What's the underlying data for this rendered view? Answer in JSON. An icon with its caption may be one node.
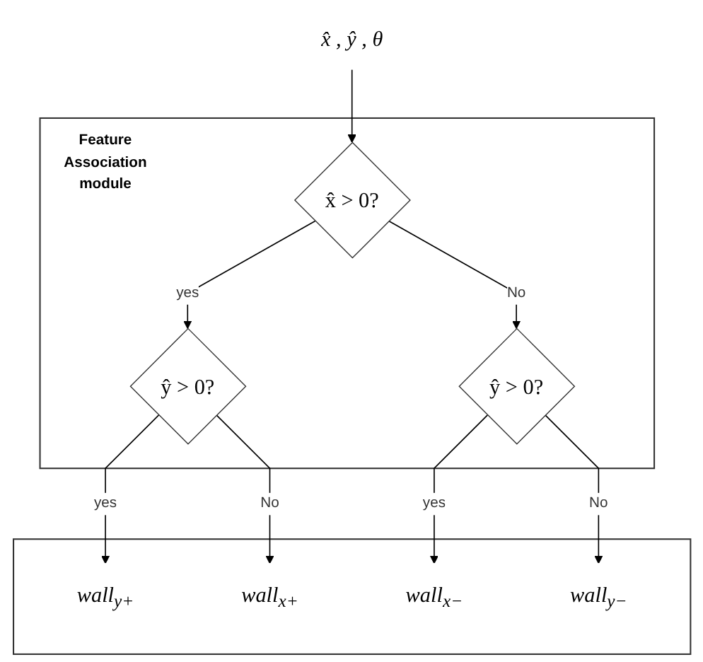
{
  "diagram": {
    "nodes": [
      {
        "text": [
          "x̂ , ŷ , θ̂"
        ]
      },
      {
        "text": [
          "Feature Association module"
        ]
      },
      {
        "text": [
          "x̂ > 0?"
        ],
        "in": 1
      },
      {
        "text": [
          "ŷ > 0?"
        ],
        "in": 1
      },
      {
        "text": [
          "ŷ > 0?"
        ],
        "in": 1
      },
      {
        "text": [],
        "shape": "box"
      },
      {
        "text": [
          "wall$_{y+}$"
        ],
        "in": 5
      },
      {
        "text": [
          "wall$_{x+}$"
        ],
        "in": 5
      },
      {
        "text": [
          "wall$_{x−}$"
        ],
        "in": 5
      },
      {
        "text": [
          "wall$_{y−}$"
        ],
        "in": 5
      }
    ],
    "edges": [
      {
        "from": 0,
        "to": 2,
        "arrow": "to"
      },
      {
        "from": 2,
        "to": 3,
        "arrow": "to",
        "label": "yes"
      },
      {
        "from": 2,
        "to": 4,
        "arrow": "to",
        "label": "No"
      },
      {
        "from": 3,
        "to": 6,
        "arrow": "to",
        "label": "yes"
      },
      {
        "from": 3,
        "to": 7,
        "arrow": "to",
        "label": "No"
      },
      {
        "from": 4,
        "to": 8,
        "arrow": "to",
        "label": "yes"
      },
      {
        "from": 4,
        "to": 9,
        "arrow": "to",
        "label": "No"
      }
    ]
  }
}
